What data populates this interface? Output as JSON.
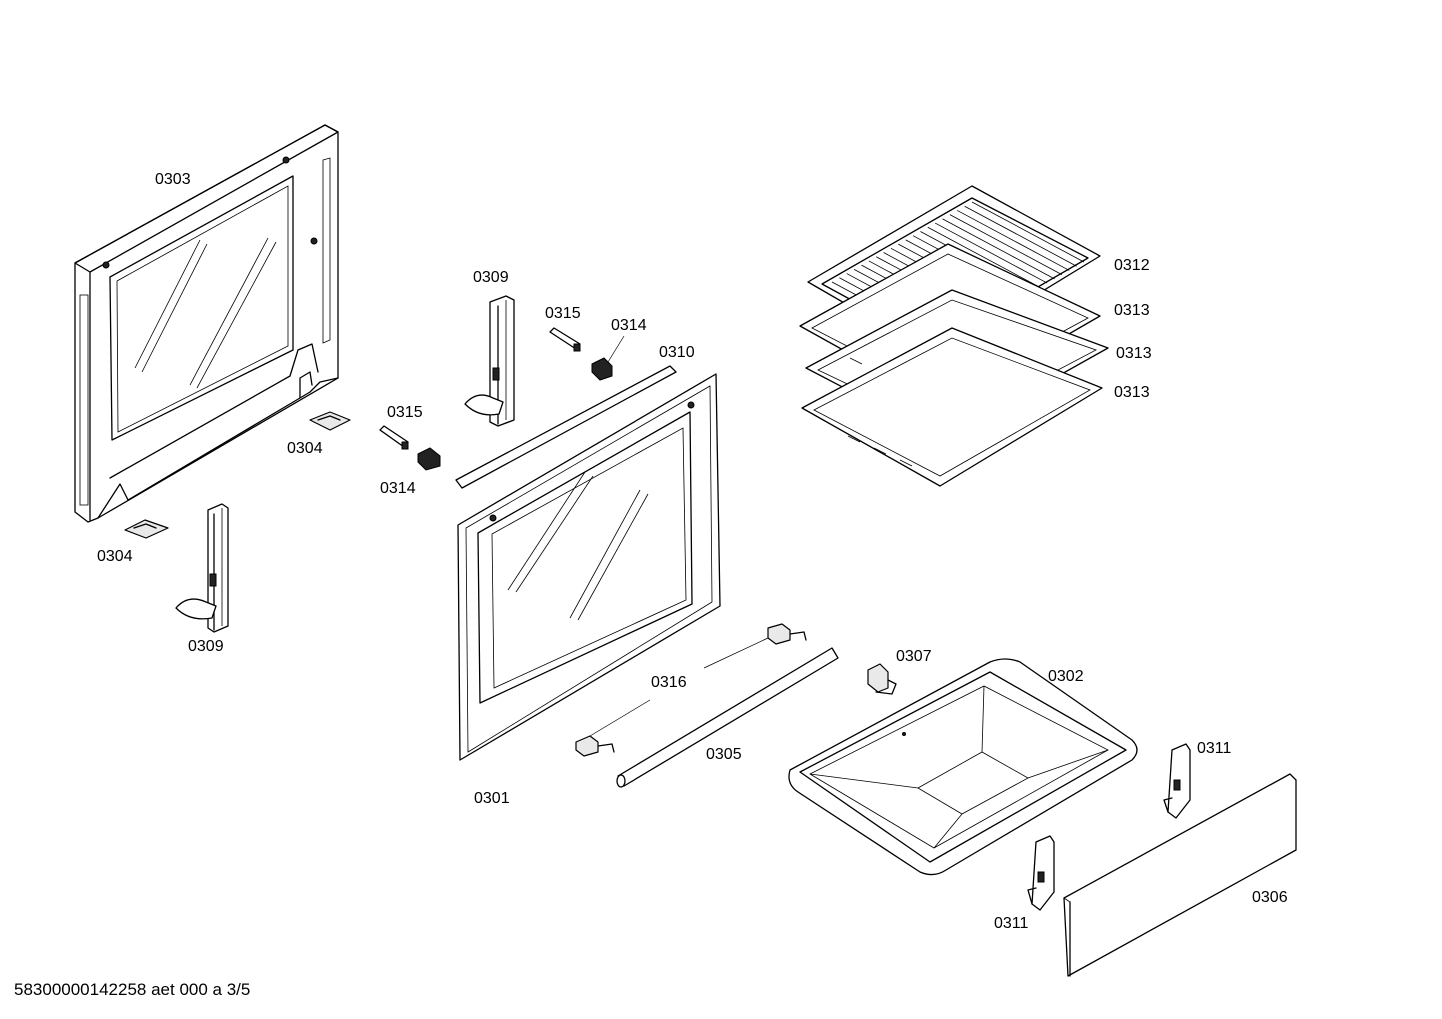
{
  "labels": {
    "p0303": "0303",
    "p0309_top": "0309",
    "p0315_top": "0315",
    "p0314_top": "0314",
    "p0310": "0310",
    "p0315_mid": "0315",
    "p0304_mid": "0304",
    "p0314_mid": "0314",
    "p0304_bot": "0304",
    "p0309_bot": "0309",
    "p0312": "0312",
    "p0313_a": "0313",
    "p0313_b": "0313",
    "p0313_c": "0313",
    "p0307": "0307",
    "p0302": "0302",
    "p0316": "0316",
    "p0305": "0305",
    "p0301": "0301",
    "p0311_top": "0311",
    "p0311_bot": "0311",
    "p0306": "0306"
  },
  "footer": "58300000142258 aet 000 a 3/5"
}
